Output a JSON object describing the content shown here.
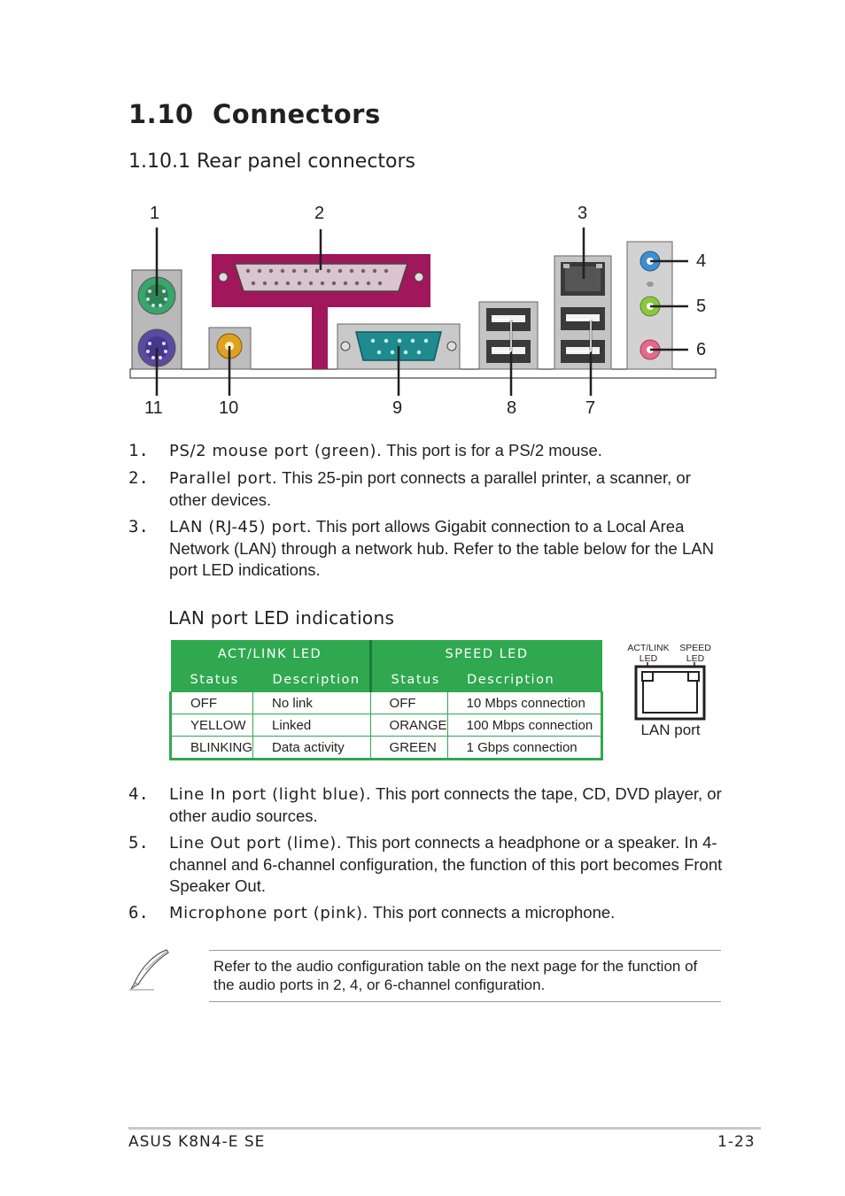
{
  "heading": {
    "number": "1.10",
    "title": "Connectors"
  },
  "subheading": "1.10.1 Rear panel connectors",
  "callouts": [
    "1",
    "2",
    "3",
    "4",
    "5",
    "6",
    "7",
    "8",
    "9",
    "10",
    "11"
  ],
  "items": [
    {
      "num": "1.",
      "lead": "PS/2 mouse port (green).",
      "text": "This port is for a PS/2 mouse."
    },
    {
      "num": "2.",
      "lead": "Parallel port.",
      "text": "This 25-pin port connects a parallel printer, a scanner, or other devices."
    },
    {
      "num": "3.",
      "lead": "LAN (RJ-45) port.",
      "text": "This port allows Gigabit connection to a Local Area Network (LAN) through a network hub. Refer to the table below for the LAN port LED indications."
    },
    {
      "num": "4.",
      "lead": "Line In port (light blue).",
      "text": "This port connects the tape, CD, DVD player, or other audio sources."
    },
    {
      "num": "5.",
      "lead": "Line Out port (lime).",
      "text": "This port connects a headphone or a speaker. In 4-channel and 6-channel configuration, the function of this port becomes Front Speaker Out."
    },
    {
      "num": "6.",
      "lead": "Microphone port (pink).",
      "text": "This port connects a microphone."
    }
  ],
  "led_section_title": "LAN port LED indications",
  "led_table": {
    "group_headers": [
      "ACT/LINK LED",
      "SPEED LED"
    ],
    "col_headers": [
      "Status",
      "Description",
      "Status",
      "Description"
    ],
    "rows": [
      [
        "OFF",
        "No link",
        "OFF",
        "10 Mbps connection"
      ],
      [
        "YELLOW",
        "Linked",
        "ORANGE",
        "100 Mbps connection"
      ],
      [
        "BLINKING",
        "Data activity",
        "GREEN",
        "1 Gbps connection"
      ]
    ]
  },
  "lan_diagram": {
    "act_label_1": "ACT/LINK",
    "act_label_2": "LED",
    "speed_label_1": "SPEED",
    "speed_label_2": "LED",
    "caption": "LAN port"
  },
  "note": "Refer to the audio configuration table on the next page for the function of the audio ports in 2, 4, or 6-channel configuration.",
  "footer": {
    "left": "ASUS K8N4-E SE",
    "right": "1-23"
  },
  "colors": {
    "table_green": "#2fa84f",
    "parallel_magenta": "#a0175c",
    "mouse_green": "#3aa56b",
    "keyboard_purple": "#5a4aa0",
    "serial_teal": "#1f8b8f",
    "line_in_blue": "#3d8fd1",
    "line_out_lime": "#8cc63f",
    "mic_pink": "#e8688a",
    "coax_gold": "#e0a020"
  }
}
